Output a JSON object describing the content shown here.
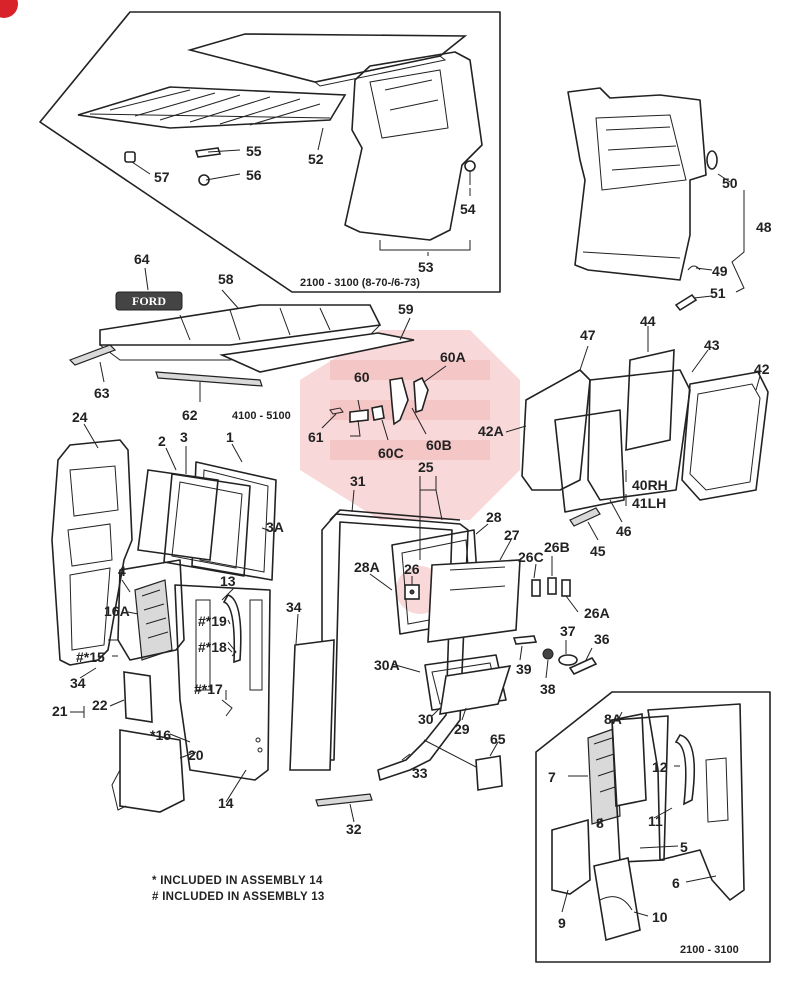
{
  "captions": {
    "top_box": "2100 - 3100 (8-70-/6-73)",
    "middle": "4100 - 5100",
    "bottom_box": "2100 - 3100"
  },
  "logo_text": "FORD",
  "notes": [
    "* INCLUDED IN ASSEMBLY 14",
    "# INCLUDED IN ASSEMBLY 13"
  ],
  "labels": {
    "l1": "1",
    "l2": "2",
    "l3": "3",
    "l3a": "3A",
    "l4": "4",
    "l5": "5",
    "l6": "6",
    "l7": "7",
    "l8": "8",
    "l8a": "8A",
    "l9": "9",
    "l10": "10",
    "l11": "11",
    "l12": "12",
    "l13": "13",
    "l14": "14",
    "l15": "#*15",
    "l16": "*16",
    "l16a": "16A",
    "l17": "#*17",
    "l18": "#*18",
    "l19": "#*19",
    "l20": "20",
    "l21": "21",
    "l22": "22",
    "l24": "24",
    "l25": "25",
    "l26": "26",
    "l26a": "26A",
    "l26b": "26B",
    "l26c": "26C",
    "l27": "27",
    "l28": "28",
    "l28a": "28A",
    "l29": "29",
    "l30": "30",
    "l30a": "30A",
    "l31": "31",
    "l32": "32",
    "l33": "33",
    "l34a": "34",
    "l34b": "34",
    "l36": "36",
    "l37": "37",
    "l38": "38",
    "l39": "39",
    "l40": "40RH",
    "l41": "41LH",
    "l42": "42",
    "l42a": "42A",
    "l43": "43",
    "l44": "44",
    "l45": "45",
    "l46": "46",
    "l47": "47",
    "l48": "48",
    "l49": "49",
    "l50": "50",
    "l51": "51",
    "l52": "52",
    "l53": "53",
    "l54": "54",
    "l55": "55",
    "l56": "56",
    "l57": "57",
    "l58": "58",
    "l59": "59",
    "l60": "60",
    "l60a": "60A",
    "l60b": "60B",
    "l60c": "60C",
    "l61": "61",
    "l62": "62",
    "l63": "63",
    "l64": "64",
    "l65": "65"
  }
}
